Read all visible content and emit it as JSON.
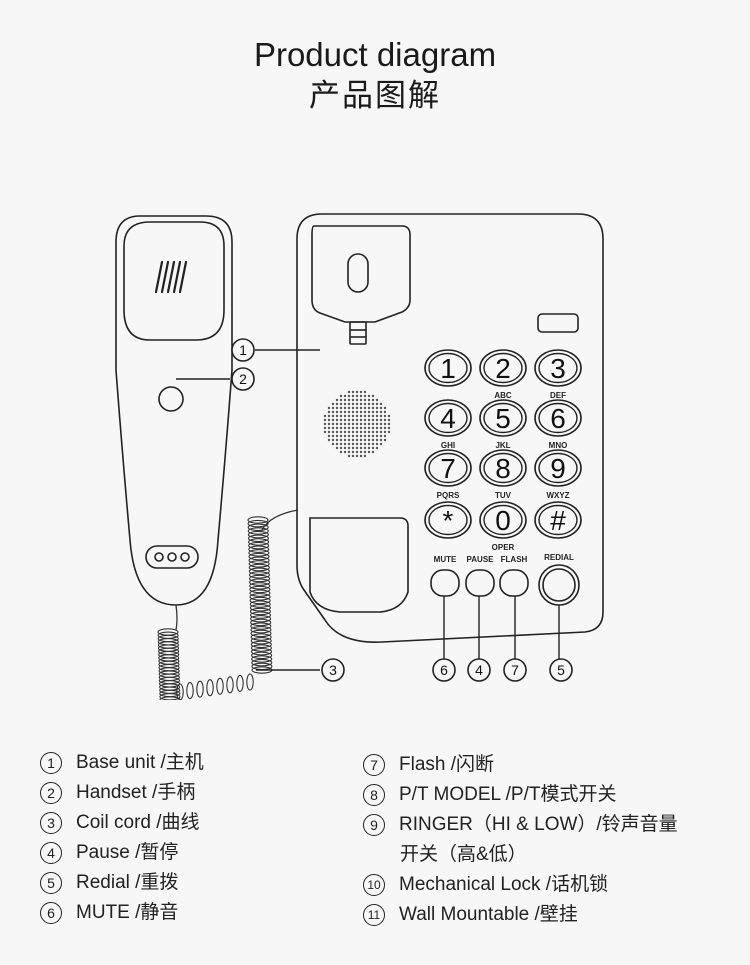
{
  "title_en": "Product diagram",
  "title_cn": "产品图解",
  "keypad": [
    {
      "digit": "1",
      "letters": ""
    },
    {
      "digit": "2",
      "letters": "ABC"
    },
    {
      "digit": "3",
      "letters": "DEF"
    },
    {
      "digit": "4",
      "letters": "GHI"
    },
    {
      "digit": "5",
      "letters": "JKL"
    },
    {
      "digit": "6",
      "letters": "MNO"
    },
    {
      "digit": "7",
      "letters": "PQRS"
    },
    {
      "digit": "8",
      "letters": "TUV"
    },
    {
      "digit": "9",
      "letters": "WXYZ"
    },
    {
      "digit": "*",
      "letters": ""
    },
    {
      "digit": "0",
      "letters": "OPER"
    },
    {
      "digit": "#",
      "letters": ""
    }
  ],
  "function_keys": {
    "mute": "MUTE",
    "pause": "PAUSE",
    "flash": "FLASH",
    "redial": "REDIAL"
  },
  "callouts": [
    "1",
    "2",
    "3",
    "6",
    "4",
    "7",
    "5"
  ],
  "legend": [
    {
      "num": "1",
      "text": "Base unit /主机"
    },
    {
      "num": "2",
      "text": "Handset /手柄"
    },
    {
      "num": "3",
      "text": "Coil cord /曲线"
    },
    {
      "num": "4",
      "text": "Pause /暂停"
    },
    {
      "num": "5",
      "text": "Redial /重拨"
    },
    {
      "num": "6",
      "text": "MUTE /静音"
    },
    {
      "num": "7",
      "text": "Flash /闪断"
    },
    {
      "num": "8",
      "text": "P/T MODEL /P/T模式开关"
    },
    {
      "num": "9",
      "text": "RINGER（HI & LOW）/铃声音量"
    },
    {
      "num": "10",
      "text": "Mechanical Lock /话机锁"
    },
    {
      "num": "11",
      "text": "Wall Mountable /壁挂"
    }
  ],
  "legend_continuation": "开关（高&低）"
}
